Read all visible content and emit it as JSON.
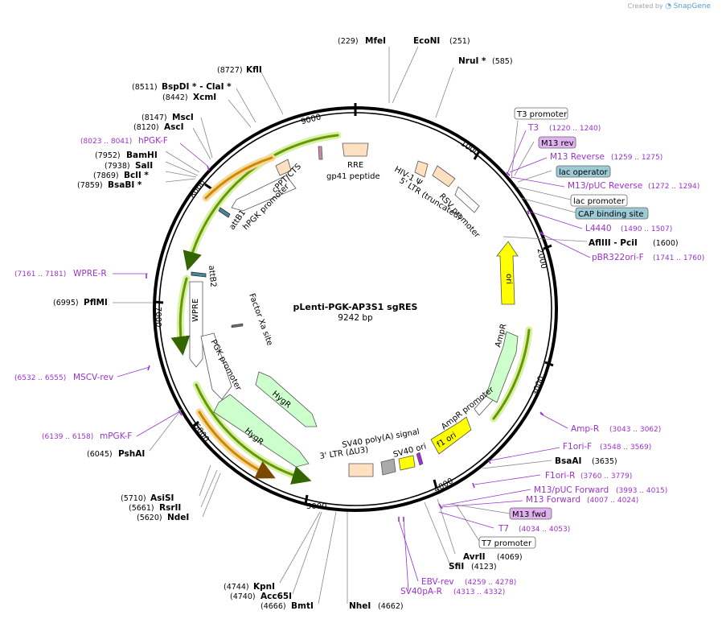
{
  "credit": {
    "prefix": "Created by",
    "brand": "SnapGene"
  },
  "plasmid": {
    "name": "pLenti-PGK-AP3S1 sgRES",
    "size_label": "9242 bp",
    "length": 9242
  },
  "ticks": [
    "1000",
    "2000",
    "3000",
    "4000",
    "5000",
    "6000",
    "7000",
    "8000",
    "9000"
  ],
  "colors": {
    "primer": "#9933cc",
    "promoter_fill": "#ffffff",
    "cds_green": "#ccffcc",
    "ori_yellow": "#ffff00",
    "misc_peach": "#ffe0c0",
    "green_arrow": "#669900",
    "orange_arrow": "#cc8800",
    "boxed_blue": "#9ccbd6",
    "boxed_purple": "#e0b3f0"
  },
  "sites": [
    {
      "name": "MfeI",
      "pos": "(229)"
    },
    {
      "name": "EcoNI",
      "pos": "(251)"
    },
    {
      "name": "NruI *",
      "pos": "(585)"
    },
    {
      "name": "KflI",
      "pos": "(8727)"
    },
    {
      "name": "BspDI * - ClaI *",
      "pos": "(8511)"
    },
    {
      "name": "XcmI",
      "pos": "(8442)"
    },
    {
      "name": "MscI",
      "pos": "(8147)"
    },
    {
      "name": "AscI",
      "pos": "(8120)"
    },
    {
      "name": "BamHI",
      "pos": "(7952)"
    },
    {
      "name": "SalI",
      "pos": "(7938)"
    },
    {
      "name": "BclI *",
      "pos": "(7869)"
    },
    {
      "name": "BsaBI *",
      "pos": "(7859)"
    },
    {
      "name": "PflMI",
      "pos": "(6995)"
    },
    {
      "name": "PshAI",
      "pos": "(6045)"
    },
    {
      "name": "AsiSI",
      "pos": "(5710)"
    },
    {
      "name": "RsrII",
      "pos": "(5661)"
    },
    {
      "name": "NdeI",
      "pos": "(5620)"
    },
    {
      "name": "KpnI",
      "pos": "(4744)"
    },
    {
      "name": "Acc65I",
      "pos": "(4740)"
    },
    {
      "name": "BmtI",
      "pos": "(4666)"
    },
    {
      "name": "NheI",
      "pos": "(4662)"
    },
    {
      "name": "AvrII",
      "pos": "(4069)"
    },
    {
      "name": "SfiI",
      "pos": "(4123)"
    },
    {
      "name": "BsaAI",
      "pos": "(3635)"
    },
    {
      "name": "AflIII - PciI",
      "pos": "(1600)"
    }
  ],
  "primers": [
    {
      "name": "hPGK-F",
      "pos": "(8023 .. 8041)"
    },
    {
      "name": "WPRE-R",
      "pos": "(7161 .. 7181)"
    },
    {
      "name": "MSCV-rev",
      "pos": "(6532 .. 6555)"
    },
    {
      "name": "mPGK-F",
      "pos": "(6139 .. 6158)"
    },
    {
      "name": "T3",
      "pos": "(1220 .. 1240)"
    },
    {
      "name": "M13 Reverse",
      "pos": "(1259 .. 1275)"
    },
    {
      "name": "M13/pUC Reverse",
      "pos": "(1272 .. 1294)"
    },
    {
      "name": "L4440",
      "pos": "(1490 .. 1507)"
    },
    {
      "name": "pBR322ori-F",
      "pos": "(1741 .. 1760)"
    },
    {
      "name": "Amp-R",
      "pos": "(3043 .. 3062)"
    },
    {
      "name": "F1ori-F",
      "pos": "(3548 .. 3569)"
    },
    {
      "name": "F1ori-R",
      "pos": "(3760 .. 3779)"
    },
    {
      "name": "M13/pUC Forward",
      "pos": "(3993 .. 4015)"
    },
    {
      "name": "M13 Forward",
      "pos": "(4007 .. 4024)"
    },
    {
      "name": "T7",
      "pos": "(4034 .. 4053)"
    },
    {
      "name": "EBV-rev",
      "pos": "(4259 .. 4278)"
    },
    {
      "name": "SV40pA-R",
      "pos": "(4313 .. 4332)"
    }
  ],
  "boxed": {
    "t3_promoter": "T3 promoter",
    "m13_rev": "M13 rev",
    "lac_operator": "lac operator",
    "lac_promoter": "lac promoter",
    "cap_site": "CAP binding site",
    "m13_fwd": "M13 fwd",
    "t7_promoter": "T7 promoter"
  },
  "features": {
    "rre": "RRE",
    "gp41": "gp41 peptide",
    "cppt": "cPPT/CTS",
    "hiv": "HIV-1 Ψ",
    "ltr5": "5' LTR (truncated)",
    "rsv": "RSV promoter",
    "attb1": "attB1",
    "hpgk": "hPGK promoter",
    "attb2": "attB2",
    "wpre": "WPRE",
    "factorxa": "Factor Xa site",
    "pgk": "PGK promoter",
    "hygr1": "HygR",
    "hygr2": "HygR",
    "sv40polya": "SV40 poly(A) signal",
    "sv40ori": "SV40 ori",
    "ltr3": "3' LTR (ΔU3)",
    "f1ori": "f1 ori",
    "ampr_prom": "AmpR promoter",
    "ampr": "AmpR",
    "ori": "ori"
  }
}
